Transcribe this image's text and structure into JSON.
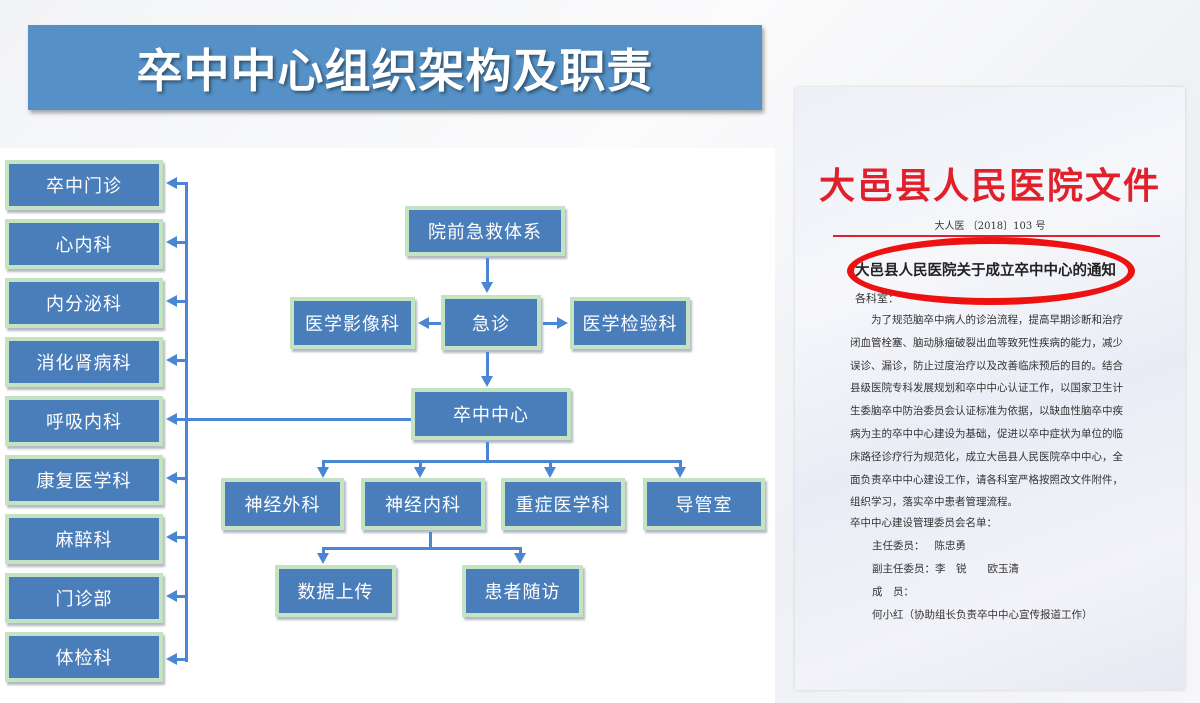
{
  "title": "卒中中心组织架构及职责",
  "colors": {
    "banner": "#5591c6",
    "box_fill": "#4a7ebb",
    "box_border": "#c3e3c3",
    "connector": "#4a86d4",
    "doc_red": "#e0202a",
    "highlight_oval": "#ee1111"
  },
  "org_chart": {
    "left_departments": [
      "卒中门诊",
      "心内科",
      "内分泌科",
      "消化肾病科",
      "呼吸内科",
      "康复医学科",
      "麻醉科",
      "门诊部",
      "体检科"
    ],
    "prehospital": "院前急救体系",
    "emergency": "急诊",
    "imaging": "医学影像科",
    "lab": "医学检验科",
    "stroke_center": "卒中中心",
    "core_departments": [
      "神经外科",
      "神经内科",
      "重症医学科",
      "导管室"
    ],
    "neuro_children": [
      "数据上传",
      "患者随访"
    ]
  },
  "document": {
    "header": "大邑县人民医院文件",
    "number": "大人医 〔2018〕103 号",
    "subject": "大邑县人民医院关于成立卒中中心的通知",
    "salutation": "各科室：",
    "body_lines": [
      "　　为了规范脑卒中病人的诊治流程，提高早期诊断和治疗",
      "闭血管栓塞、脑动脉瘤破裂出血等致死性疾病的能力，减少",
      "误诊、漏诊，防止过度治疗以及改善临床预后的目的。结合",
      "县级医院专科发展规划和卒中中心认证工作，以国家卫生计",
      "生委脑卒中防治委员会认证标准为依据，以缺血性脑卒中疾",
      "病为主的卒中中心建设为基础，促进以卒中症状为单位的临",
      "床路径诊疗行为规范化，成立大邑县人民医院卒中中心，全",
      "面负责卒中中心建设工作，请各科室严格按照改文件附件，",
      "组织学习，落实卒中患者管理流程。"
    ],
    "committee_title": "卒中中心建设管理委员会名单：",
    "director_label": "主任委员：",
    "director": "陈忠勇",
    "vice_label": "副主任委员：",
    "vice_directors": "李　锐　　欧玉清",
    "members_label": "成　员：",
    "member_1": "何小红（协助组长负责卒中中心宣传报道工作）"
  }
}
